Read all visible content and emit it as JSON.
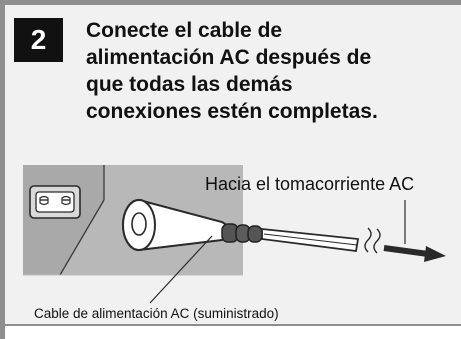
{
  "step": {
    "number": "2",
    "title_lines": [
      "Conecte el cable de",
      "alimentación AC después de",
      "que todas las demás",
      "conexiones estén completas."
    ]
  },
  "labels": {
    "outlet": "Hacia el tomacorriente AC",
    "cable": "Cable de alimentación AC (suministrado)"
  },
  "colors": {
    "frame": "#8f8f8f",
    "panel": "#f1f1f1",
    "device": "#b5b5b5",
    "badge": "#111111"
  }
}
